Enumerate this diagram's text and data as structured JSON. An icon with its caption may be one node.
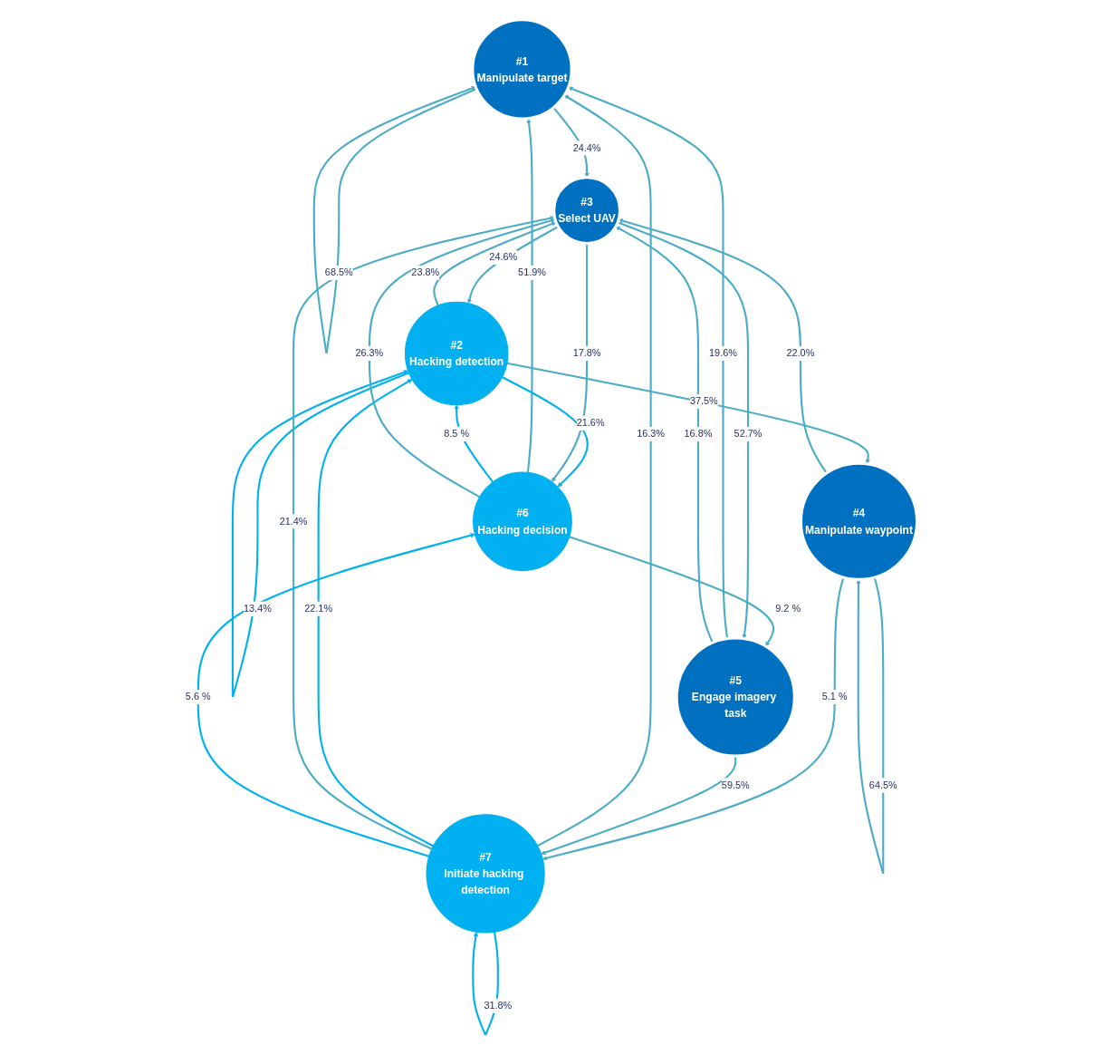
{
  "diagram": {
    "nodes": [
      {
        "text": [
          "#1",
          "Manipulate target"
        ]
      },
      {
        "text": [
          "#2",
          "Hacking detection"
        ]
      },
      {
        "text": [
          "#3",
          "Select UAV"
        ]
      },
      {
        "text": [
          "#4",
          "Manipulate waypoint"
        ]
      },
      {
        "text": [
          "#5",
          "Engage imagery task"
        ]
      },
      {
        "text": [
          "#6",
          "Hacking decision"
        ]
      },
      {
        "text": [
          "#7",
          "Initiate hacking detection"
        ]
      }
    ],
    "edges": [
      {
        "from": 0,
        "to": 0,
        "arrow": "to",
        "label": "68.5%"
      },
      {
        "from": 6,
        "to": 6,
        "arrow": "to",
        "label": "31.8%",
        "color": "#00b0f0"
      },
      {
        "from": 1,
        "to": 1,
        "arrow": "to",
        "label": "13.4%",
        "color": "#00b0f0"
      },
      {
        "from": 3,
        "to": 3,
        "arrow": "to",
        "label": "64.5%"
      },
      {
        "from": 6,
        "to": 0,
        "arrow": "to",
        "label": "16.3%"
      },
      {
        "from": 6,
        "to": 1,
        "arrow": "to",
        "label": "22.1%",
        "color": "#00b0f0"
      },
      {
        "from": 0,
        "to": 2,
        "arrow": "to",
        "label": "24.4%"
      },
      {
        "from": 6,
        "to": 2,
        "arrow": "to",
        "label": "21.4%"
      },
      {
        "from": 5,
        "to": 0,
        "arrow": "to",
        "label": "51.9%"
      },
      {
        "from": 4,
        "to": 0,
        "arrow": "to",
        "label": "19.6%"
      },
      {
        "from": 5,
        "to": 1,
        "arrow": "to",
        "label": "8.5 %",
        "color": "#00b0f0"
      },
      {
        "from": 6,
        "to": 5,
        "arrow": "to",
        "label": "5.6 %",
        "color": "#00b0f0"
      },
      {
        "from": 3,
        "to": 6,
        "arrow": "to",
        "label": "5.1 %"
      },
      {
        "from": 1,
        "to": 5,
        "arrow": "to",
        "label": "21.6%",
        "color": "#00b0f0"
      },
      {
        "from": 1,
        "to": 2,
        "arrow": "to",
        "label": "23.8%"
      },
      {
        "from": 2,
        "to": 1,
        "arrow": "to",
        "label": "24.6%"
      },
      {
        "from": 5,
        "to": 2,
        "arrow": "to",
        "label": "26.3%"
      },
      {
        "from": 2,
        "to": 5,
        "arrow": "to",
        "label": "17.8%"
      },
      {
        "from": 4,
        "to": 6,
        "arrow": "to",
        "label": "59.5%"
      },
      {
        "from": 4,
        "to": 2,
        "arrow": "to",
        "label": "16.8%"
      },
      {
        "from": 5,
        "to": 4,
        "arrow": "to",
        "label": "9.2 %"
      },
      {
        "from": 1,
        "to": 3,
        "arrow": "to",
        "label": "37.5%"
      },
      {
        "from": 3,
        "to": 2,
        "arrow": "to",
        "label": "22.0%"
      },
      {
        "from": 2,
        "to": 4,
        "arrow": "to",
        "label": "52.7%"
      }
    ]
  }
}
